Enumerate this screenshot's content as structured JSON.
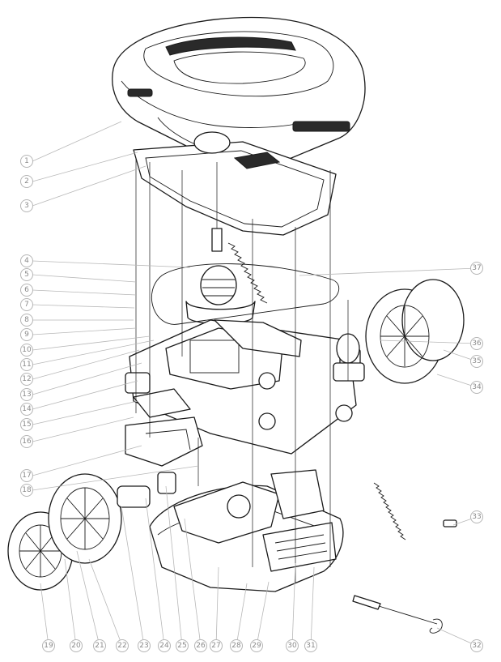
{
  "callouts": {
    "left": [
      "1",
      "2",
      "3",
      "4",
      "5",
      "6",
      "7",
      "8",
      "9",
      "10",
      "11",
      "12",
      "13",
      "14",
      "15",
      "16",
      "17",
      "18"
    ],
    "bottom": [
      "19",
      "20",
      "21",
      "22",
      "23",
      "24",
      "25",
      "26",
      "27",
      "28",
      "29",
      "30",
      "31",
      "32"
    ],
    "right": [
      "33",
      "34",
      "35",
      "36",
      "37"
    ]
  }
}
